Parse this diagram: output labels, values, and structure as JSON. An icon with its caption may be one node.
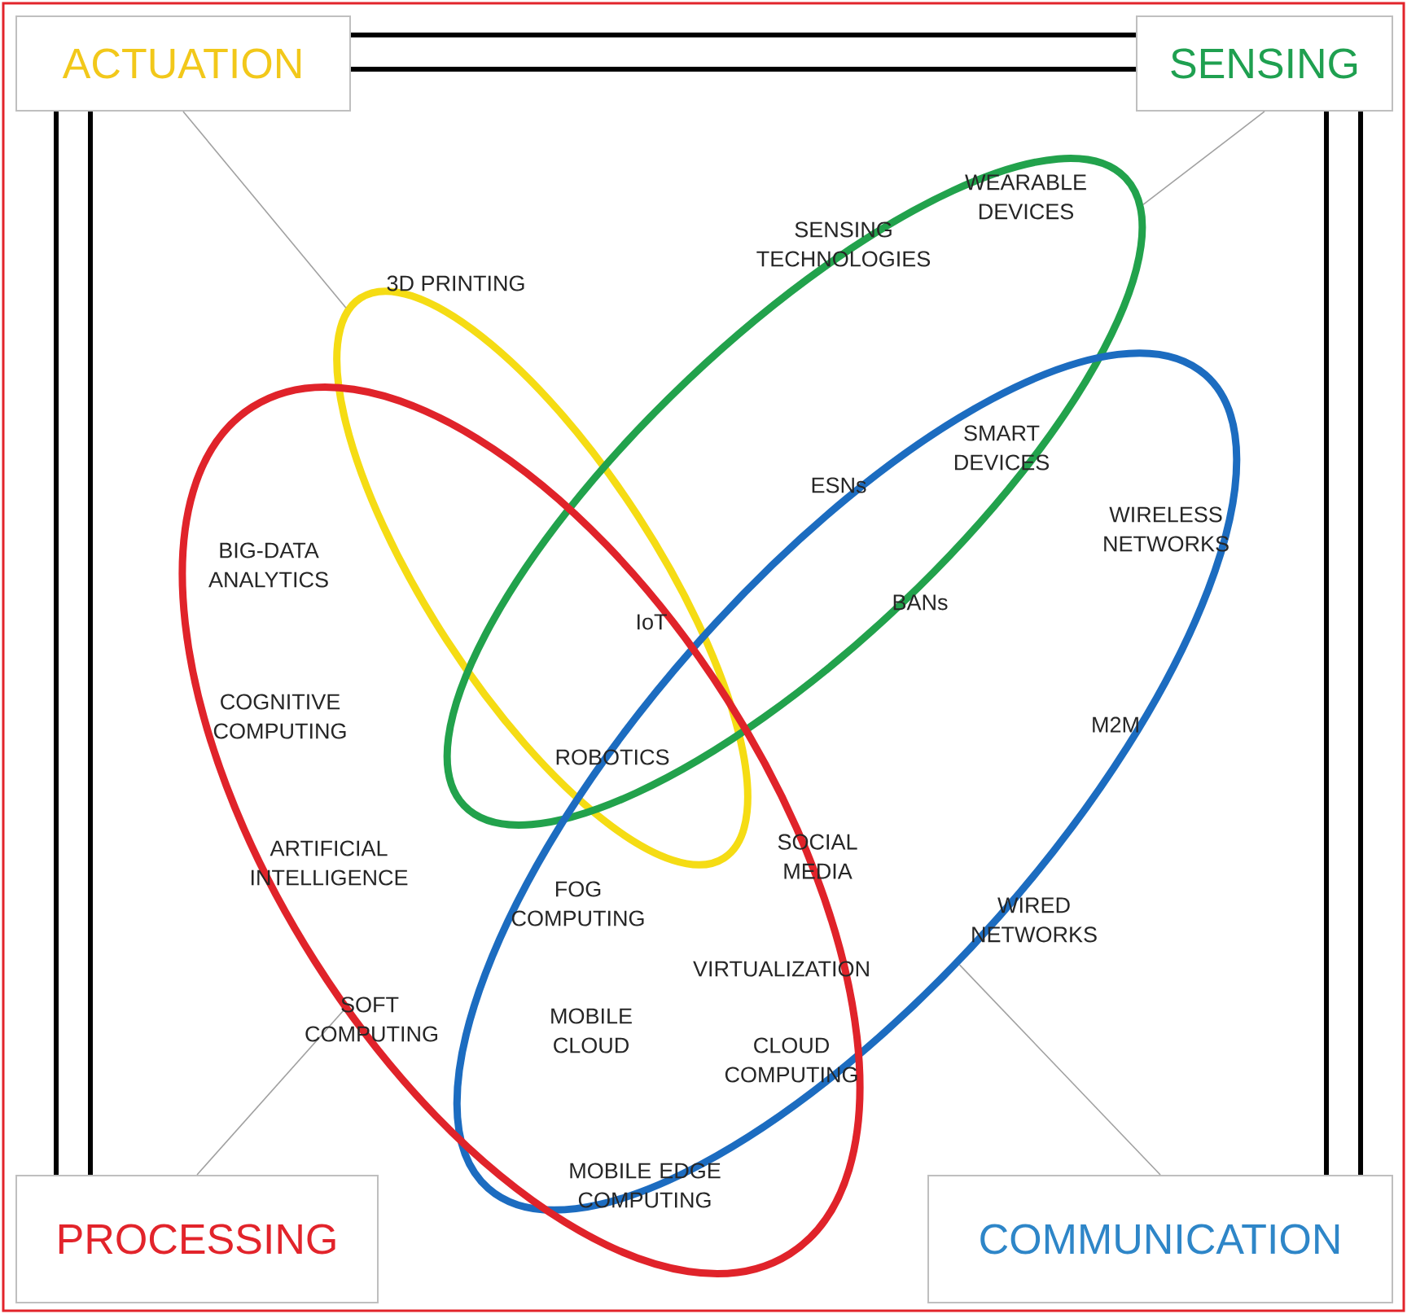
{
  "diagram": {
    "nodes": [
      {
        "text": [
          "ACTUATION"
        ]
      },
      {
        "text": [
          "SENSING"
        ]
      },
      {
        "text": [
          "PROCESSING"
        ]
      },
      {
        "text": [
          "COMMUNICATION"
        ]
      },
      {
        "text": [],
        "shape": "ellipse"
      },
      {
        "text": [],
        "shape": "ellipse"
      },
      {
        "text": [],
        "shape": "ellipse"
      },
      {
        "text": [],
        "shape": "ellipse"
      }
    ],
    "edges": [
      {
        "from": 0,
        "to": 1,
        "arrow": "none",
        "style": "thick",
        "color": "#000000"
      },
      {
        "from": 0,
        "to": 2,
        "arrow": "none",
        "style": "thick",
        "color": "#000000"
      },
      {
        "from": 1,
        "to": 3,
        "arrow": "none",
        "style": "thick",
        "color": "#000000"
      },
      {
        "from": 0,
        "to": 4,
        "arrow": "none"
      },
      {
        "from": 1,
        "to": 5,
        "arrow": "none"
      },
      {
        "from": 2,
        "to": 7,
        "arrow": "none"
      },
      {
        "from": 3,
        "to": 6,
        "arrow": "none"
      }
    ],
    "labels": [
      "WEARABLE DEVICES",
      "SENSING TECHNOLOGIES",
      "3D PRINTING",
      "SMART DEVICES",
      "ESNs",
      "WIRELESS NETWORKS",
      "BIG-DATA ANALYTICS",
      "BANs",
      "IoT",
      "COGNITIVE COMPUTING",
      "M2M",
      "ROBOTICS",
      "ARTIFICIAL INTELLIGENCE",
      "SOCIAL MEDIA",
      "FOG COMPUTING",
      "WIRED NETWORKS",
      "VIRTUALIZATION",
      "SOFT COMPUTING",
      "MOBILE CLOUD",
      "CLOUD COMPUTING",
      "MOBILE EDGE COMPUTING"
    ]
  }
}
